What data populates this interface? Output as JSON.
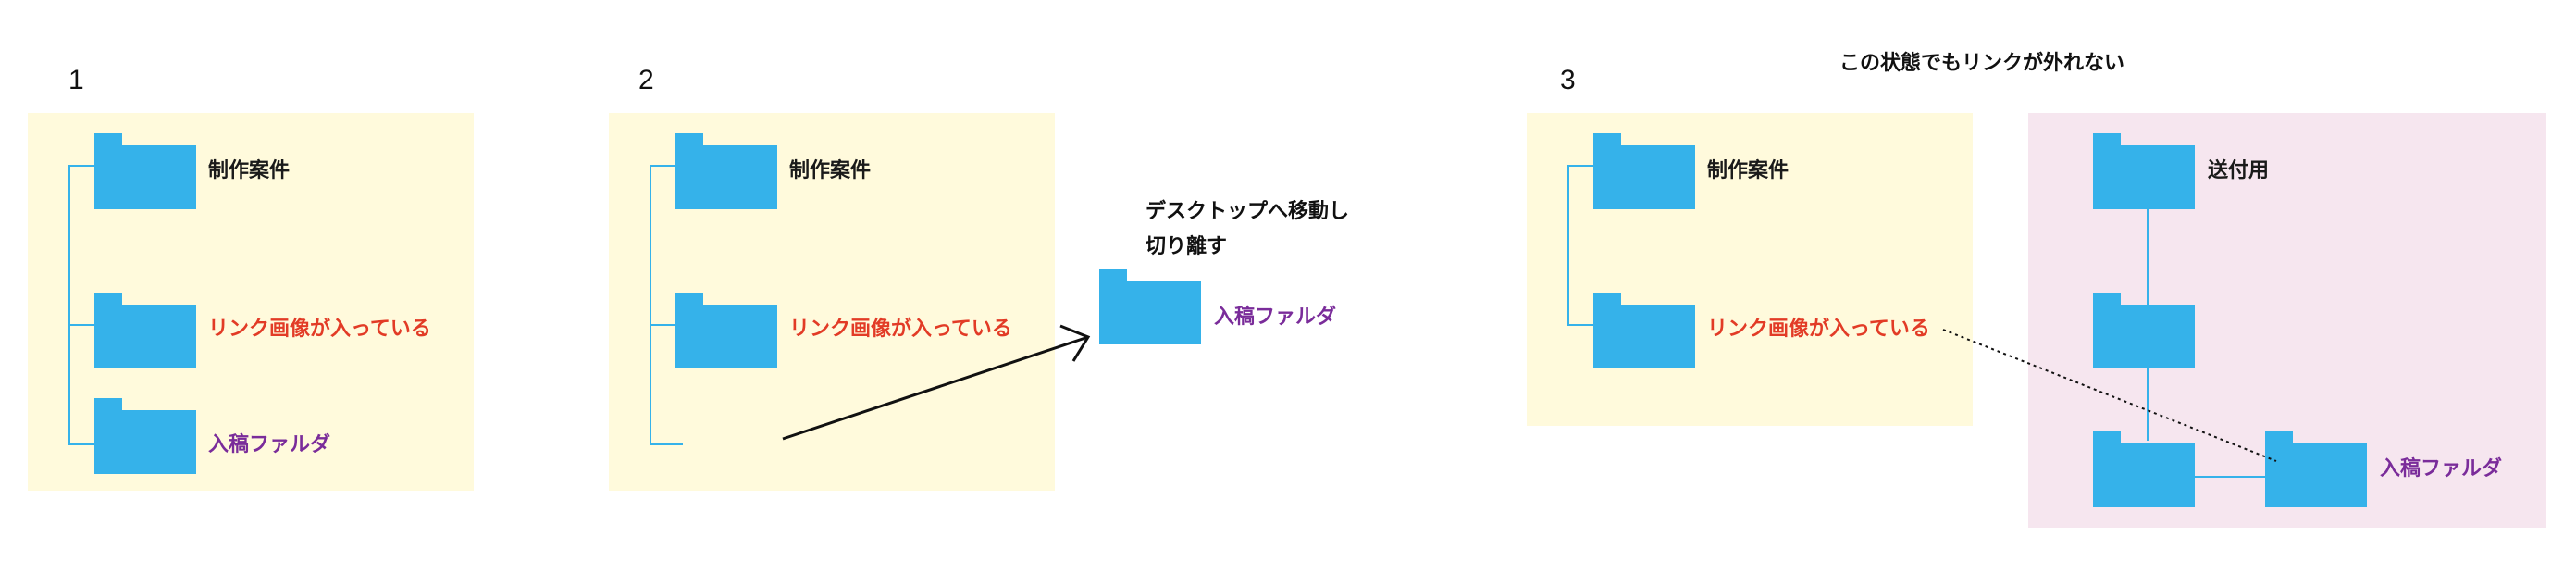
{
  "steps": [
    "1",
    "2",
    "3"
  ],
  "annotations": {
    "move_note": "デスクトップへ移動し\n切り離す",
    "link_note": "この状態でもリンクが外れない"
  },
  "folders": {
    "project": "制作案件",
    "linked_images": "リンク画像が入っている",
    "manuscript": "入稿ファルダ",
    "send": "送付用"
  },
  "colors": {
    "folder": "#35b2ea",
    "panel_yellow": "#fffadc",
    "panel_pink": "#f6e6ef",
    "text_red": "#e23b26",
    "text_purple": "#7a2c9a"
  },
  "icons": [
    "folder-icon",
    "arrow-icon"
  ]
}
